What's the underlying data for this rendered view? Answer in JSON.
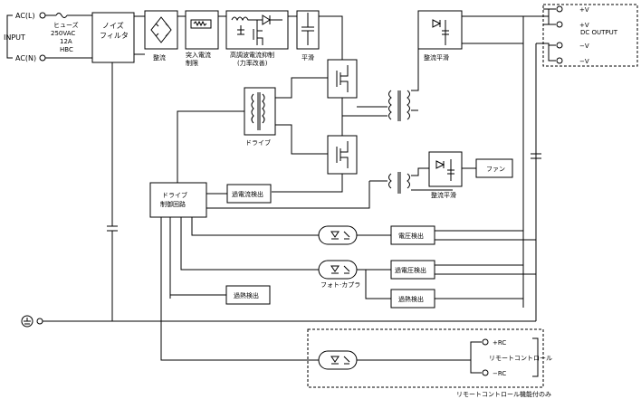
{
  "labels": {
    "ac_l": "AC(L)",
    "ac_n": "AC(N)",
    "input": "INPUT",
    "fuse_name": "ヒューズ",
    "fuse_v": "250VAC",
    "fuse_a": "12A",
    "fuse_t": "HBC",
    "noise_1": "ノイズ",
    "noise_2": "フィルタ",
    "rectify": "整流",
    "inrush_1": "突入電流",
    "inrush_2": "制限",
    "pfc_1": "高調波電流抑制",
    "pfc_2": "(力率改善)",
    "smooth": "平滑",
    "drive": "ドライブ",
    "drive_ctrl_1": "ドライブ",
    "drive_ctrl_2": "制御回路",
    "overcurrent": "過電流検出",
    "rect_smooth_out": "整流平滑",
    "rect_smooth_fan": "整流平滑",
    "fan": "ファン",
    "dc_output": "DC OUTPUT",
    "plus_v1": "+V",
    "plus_v2": "+V",
    "minus_v1": "−V",
    "minus_v2": "−V",
    "voltage_detect": "電圧検出",
    "overvoltage_detect": "過電圧検出",
    "photocoupler": "フォト·カプラ",
    "overheat_left": "過熱検出",
    "overheat_right": "過熱検出",
    "plus_rc": "+RC",
    "minus_rc": "−RC",
    "remote_control": "リモートコントロール",
    "remote_note": "リモートコントロール機能付のみ"
  }
}
